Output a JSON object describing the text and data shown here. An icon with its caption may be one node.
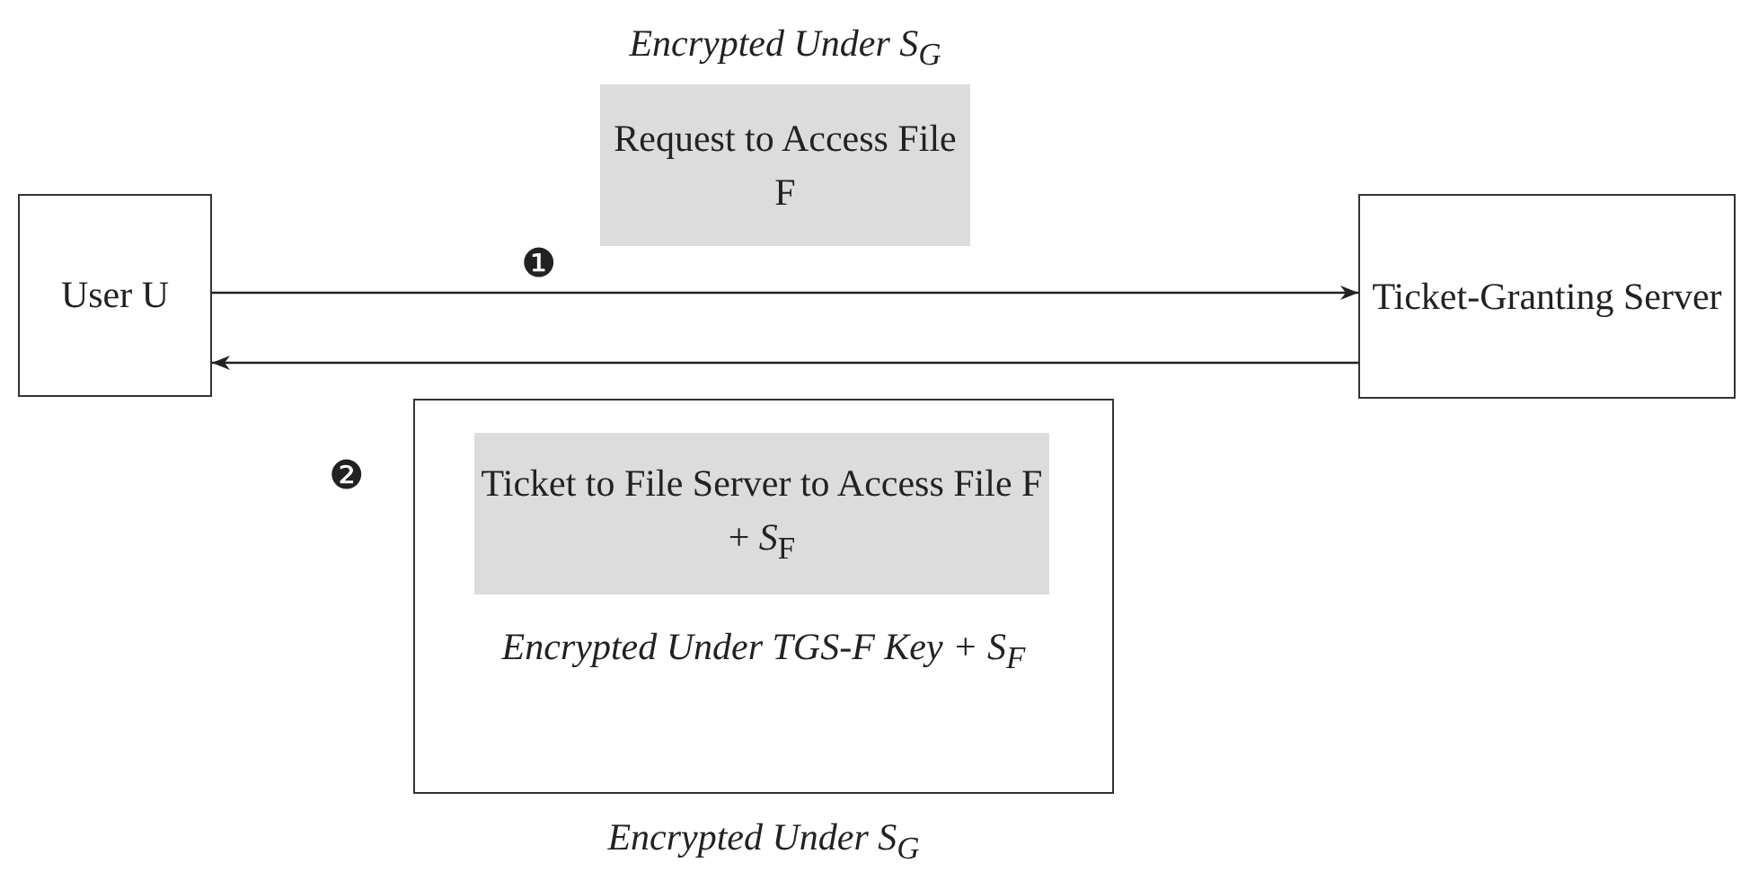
{
  "diagram": {
    "nodes": [
      {
        "text": [
          "User U"
        ]
      },
      {
        "text": [
          "Ticket-Granting Server"
        ]
      },
      {
        "text": [
          "Encrypted Under S$_{G}$",
          "Request to Access File F"
        ]
      },
      {
        "text": [
          "Encrypted Under TGS-F Key + S$_{F}$",
          "Encrypted Under S$_{G}$"
        ]
      },
      {
        "text": [
          "Ticket to File Server to Access File F + *S*$_{F}$"
        ],
        "in": 3
      }
    ],
    "edges": [
      {
        "from": 0,
        "to": 1,
        "arrow": "to",
        "label": "❶"
      },
      {
        "from": 1,
        "to": 0,
        "arrow": "to",
        "label": "❷"
      }
    ]
  }
}
